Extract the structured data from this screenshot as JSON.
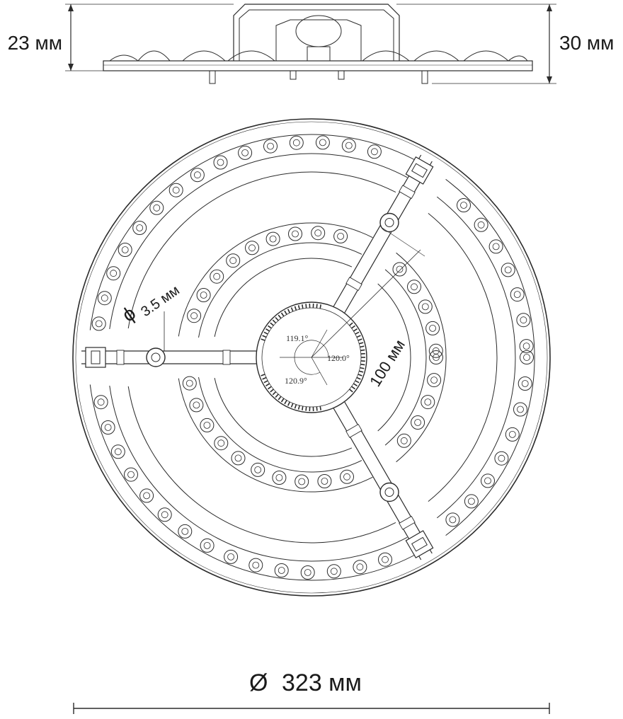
{
  "dimensions": {
    "left_height": "23 мм",
    "right_height": "30 мм",
    "hole_diameter": "3.5 мм",
    "radius": "100 мм",
    "outer_diameter": "323 мм",
    "diameter_symbol": "Ø",
    "phi_symbol": "ϕ"
  },
  "angles": [
    "119.1°",
    "120.0°",
    "120.9°"
  ],
  "colors": {
    "line": "#2b2b2b",
    "text": "#1a1a1a",
    "background": "#ffffff"
  }
}
